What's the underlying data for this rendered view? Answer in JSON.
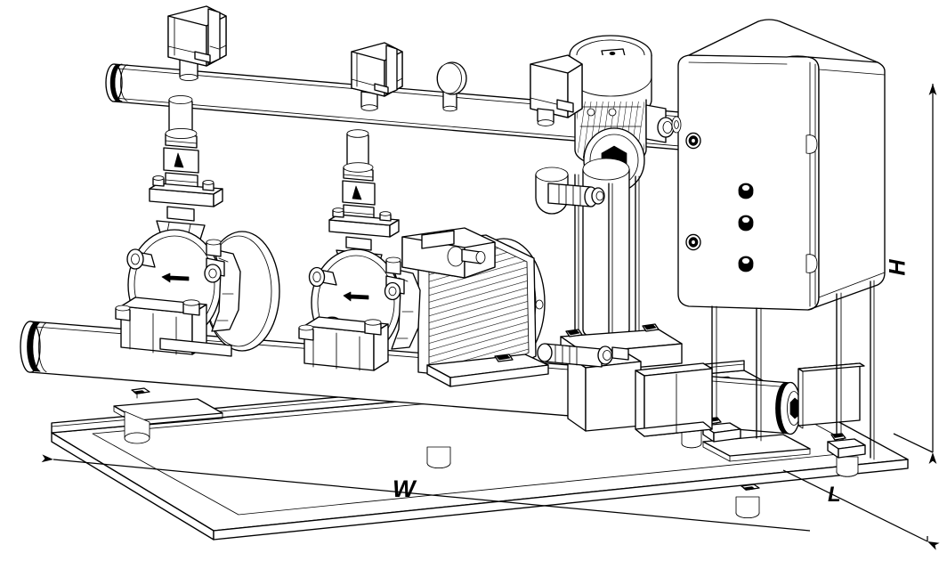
{
  "drawing": {
    "title": "Twin Pump Booster Set - Isometric Dimensioned View",
    "subject": "pressure-boosting-pump-station",
    "projection": "isometric",
    "line_color": "#000000",
    "fill_color": "#ffffff",
    "background": "#ffffff"
  },
  "dimensions": {
    "width_label": "W",
    "depth_label": "L",
    "height_label": "H"
  },
  "components": {
    "discharge_manifold": "upper horizontal manifold pipe",
    "suction_manifold": "lower horizontal manifold pipe",
    "pressure_switch_1": "pressure switch on discharge manifold left",
    "pressure_switch_2": "pressure switch on discharge manifold centre",
    "pressure_gauge": "pressure gauge on discharge manifold",
    "pump_1": "horizontal end-suction centrifugal pump left",
    "pump_2": "horizontal end-suction centrifugal pump centre",
    "pump_3": "vertical multistage pump right",
    "motor_1": "fin-cooled electric motor left",
    "motor_2": "fin-cooled electric motor centre",
    "motor_3": "vertical motor with fan cover right",
    "control_panel": "electrical control cabinet",
    "panel_latches": 2,
    "panel_indicators": 3,
    "check_valve_1": "check valve with union left riser",
    "check_valve_2": "check valve with union centre riser",
    "base_frame": "welded steel skid base frame",
    "anti_vibration_feet": 5,
    "end_cap_plug": "hex end cap plug on suction manifold",
    "flow_arrows": 2
  }
}
